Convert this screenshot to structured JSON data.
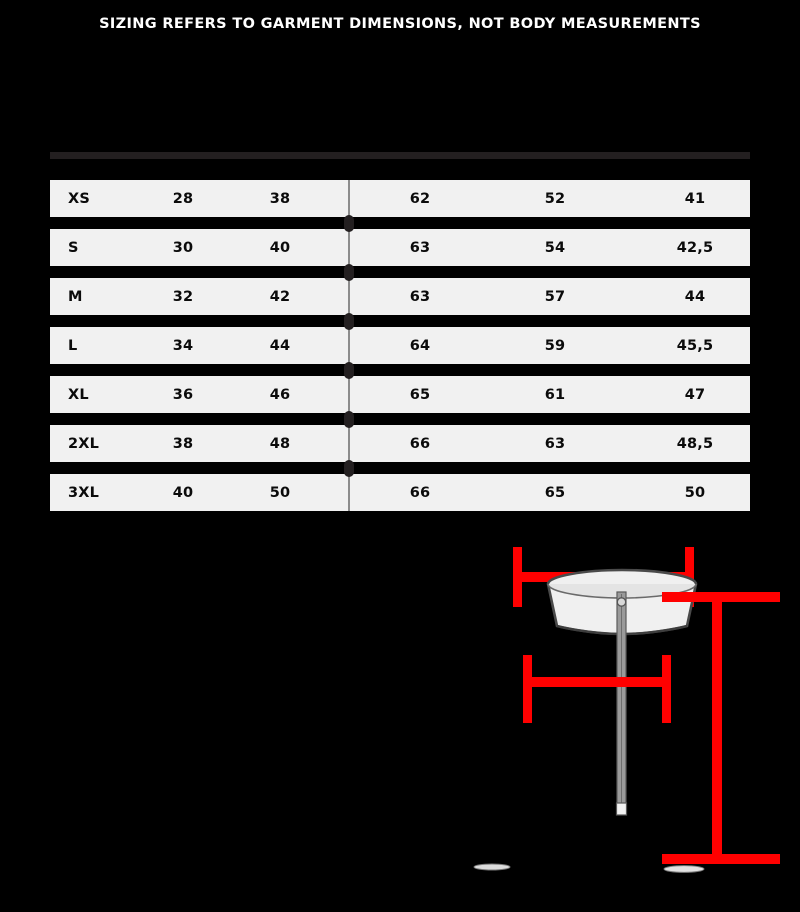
{
  "header": {
    "title": "SIZING REFERS TO GARMENT DIMENSIONS, NOT BODY MEASUREMENTS"
  },
  "colors": {
    "background": "#000000",
    "row_background": "#f1f1f1",
    "header_bar": "#231f20",
    "text_dark": "#0b0b0b",
    "text_light": "#ffffff",
    "divider": "#8c8c8c",
    "measure_red": "#ff0000",
    "garment_light": "#f0f0f0",
    "garment_outline": "#4a4a4a"
  },
  "table": {
    "column_keys": [
      "size",
      "c1",
      "c2",
      "c3",
      "c4",
      "c5"
    ],
    "rows": [
      {
        "size": "XS",
        "c1": "28",
        "c2": "38",
        "c3": "62",
        "c4": "52",
        "c5": "41"
      },
      {
        "size": "S",
        "c1": "30",
        "c2": "40",
        "c3": "63",
        "c4": "54",
        "c5": "42,5"
      },
      {
        "size": "M",
        "c1": "32",
        "c2": "42",
        "c3": "63",
        "c4": "57",
        "c5": "44"
      },
      {
        "size": "L",
        "c1": "34",
        "c2": "44",
        "c3": "64",
        "c4": "59",
        "c5": "45,5"
      },
      {
        "size": "XL",
        "c1": "36",
        "c2": "46",
        "c3": "65",
        "c4": "61",
        "c5": "47"
      },
      {
        "size": "2XL",
        "c1": "38",
        "c2": "48",
        "c3": "66",
        "c4": "63",
        "c5": "48,5"
      },
      {
        "size": "3XL",
        "c1": "40",
        "c2": "50",
        "c3": "66",
        "c4": "65",
        "c5": "50"
      }
    ]
  },
  "diagram": {
    "label": "garment-measurement-diagram",
    "parts": {
      "collar": "collar-illustration",
      "zipper": "zipper-illustration",
      "top_bracket": "top-width-measure",
      "lower_bracket": "lower-width-measure",
      "vertical_bracket": "length-measure"
    }
  }
}
